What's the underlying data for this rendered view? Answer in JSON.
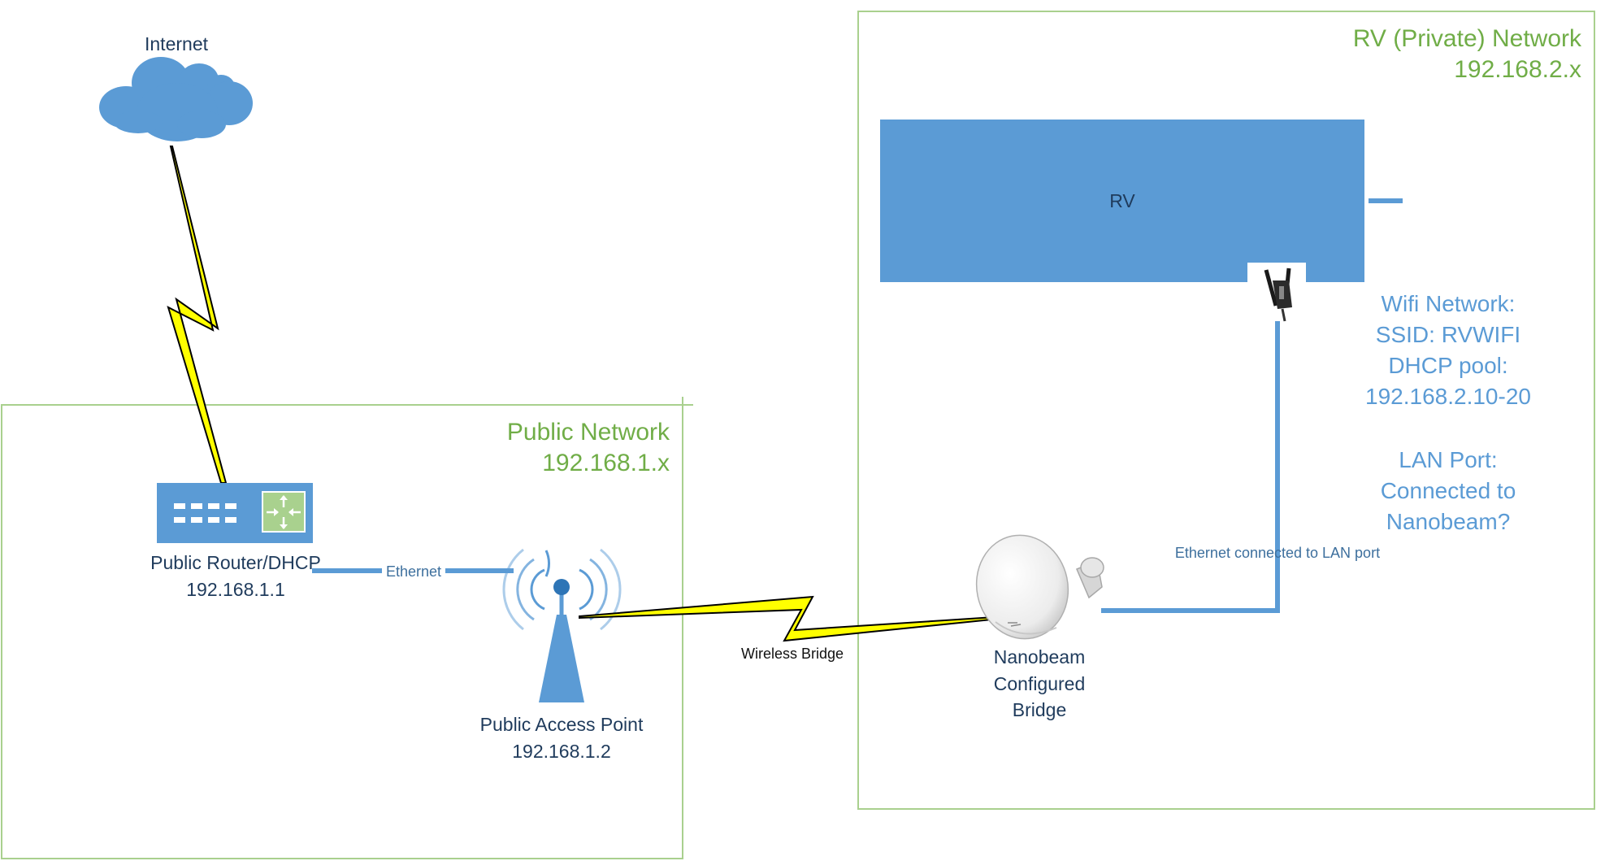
{
  "internet": {
    "label": "Internet"
  },
  "public_network": {
    "title": "Public Network",
    "subnet": "192.168.1.x"
  },
  "rv_network": {
    "title": "RV (Private) Network",
    "subnet": "192.168.2.x"
  },
  "router": {
    "name": "Public Router/DHCP",
    "ip": "192.168.1.1"
  },
  "access_point": {
    "name": "Public Access Point",
    "ip": "192.168.1.2"
  },
  "nanobeam": {
    "line1": "Nanobeam",
    "line2": "Configured",
    "line3": "Bridge"
  },
  "rv": {
    "label": "RV"
  },
  "links": {
    "ethernet": "Ethernet",
    "wireless_bridge": "Wireless Bridge",
    "ethernet_lan": "Ethernet connected to LAN port"
  },
  "wifi_info": {
    "line1": "Wifi Network:",
    "line2": "SSID: RVWIFI",
    "line3": "DHCP pool:",
    "line4": "192.168.2.10-20",
    "line5": "LAN Port:",
    "line6": "Connected to",
    "line7": "Nanobeam?"
  },
  "colors": {
    "green": "#70ad47",
    "blue": "#5b9bd5",
    "lightning": "#ffff00",
    "dark_text": "#1f3b5c"
  }
}
